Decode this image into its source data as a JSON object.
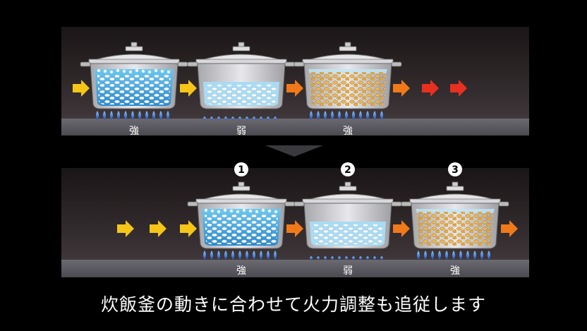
{
  "top_panel": {
    "burners": [
      {
        "label": "強",
        "rice": "white",
        "water": "high"
      },
      {
        "label": "弱",
        "rice": "white",
        "water": "low"
      },
      {
        "label": "強",
        "rice": "cooked",
        "water": "none"
      }
    ],
    "arrows": [
      "yellow",
      "yellow",
      "orange",
      "orange",
      "red",
      "red"
    ]
  },
  "bottom_panel": {
    "burners": [
      {
        "label": "強",
        "step": "1",
        "rice": "white",
        "water": "high"
      },
      {
        "label": "弱",
        "step": "2",
        "rice": "white",
        "water": "low"
      },
      {
        "label": "強",
        "step": "3",
        "rice": "cooked",
        "water": "none"
      }
    ],
    "arrows": [
      "yellow",
      "yellow",
      "yellow",
      "orange",
      "orange",
      "orange"
    ]
  },
  "caption": "炊飯釜の動きに合わせて火力調整も追従します",
  "colors": {
    "yellow_arrow": "#f5c518",
    "orange_arrow": "#f07a1a",
    "red_arrow": "#e83020",
    "flame": "#2a6fe0",
    "water": "#3aa6e0",
    "cooked_rice": "#e0a040"
  }
}
